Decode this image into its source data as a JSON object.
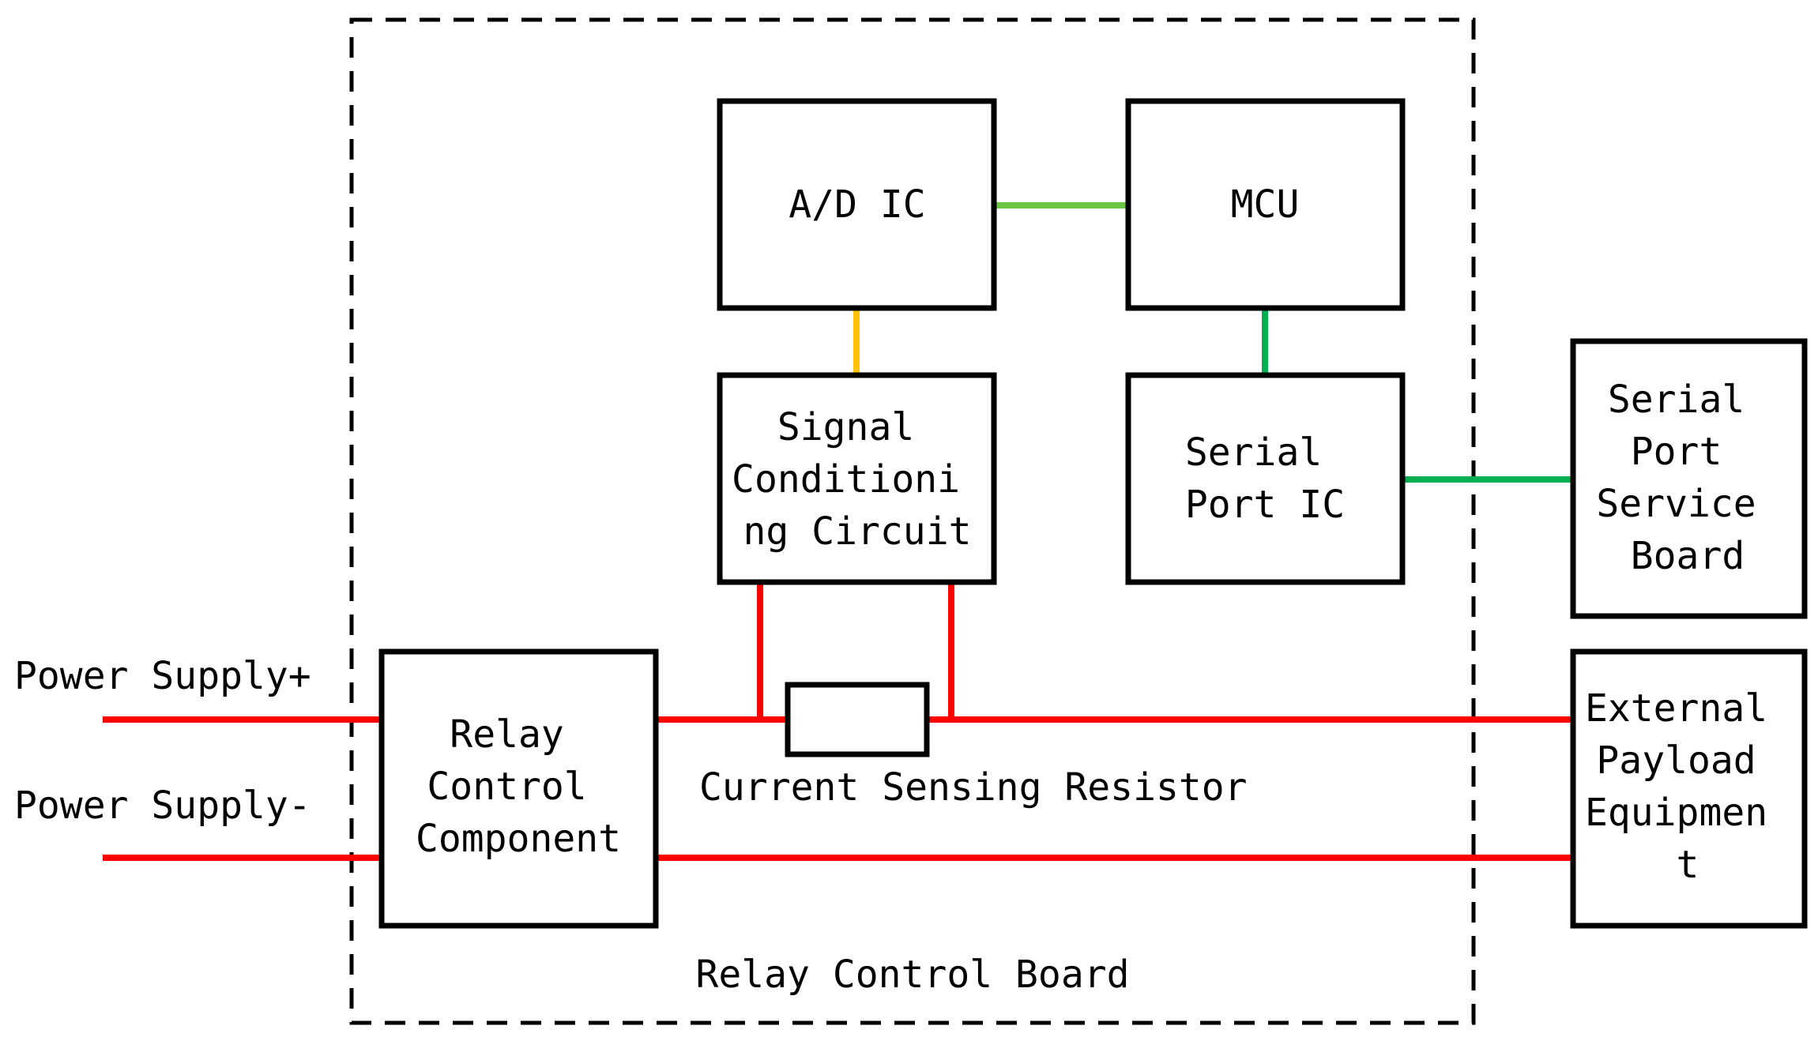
{
  "board_label": "Relay Control Board",
  "inputs": {
    "positive": "Power Supply+",
    "negative": "Power Supply-"
  },
  "blocks": {
    "ad_ic": [
      "A/D IC"
    ],
    "mcu": [
      "MCU"
    ],
    "signal_conditioning": [
      "Signal",
      "Conditioni",
      "ng Circuit"
    ],
    "serial_port_ic": [
      "Serial",
      "Port IC"
    ],
    "relay_control": [
      "Relay",
      "Control",
      "Component"
    ],
    "serial_port_service_board": [
      "Serial",
      "Port",
      "Service",
      "Board"
    ],
    "external_payload": [
      "External",
      "Payload",
      "Equipmen",
      "t"
    ]
  },
  "resistor_label": "Current Sensing Resistor",
  "colors": {
    "power": "#ff0000",
    "ad_to_mcu": "#6cc644",
    "ad_to_signal": "#ffc000",
    "mcu_to_serial": "#00b050",
    "serial_to_service": "#00b050",
    "outline": "#000000"
  }
}
